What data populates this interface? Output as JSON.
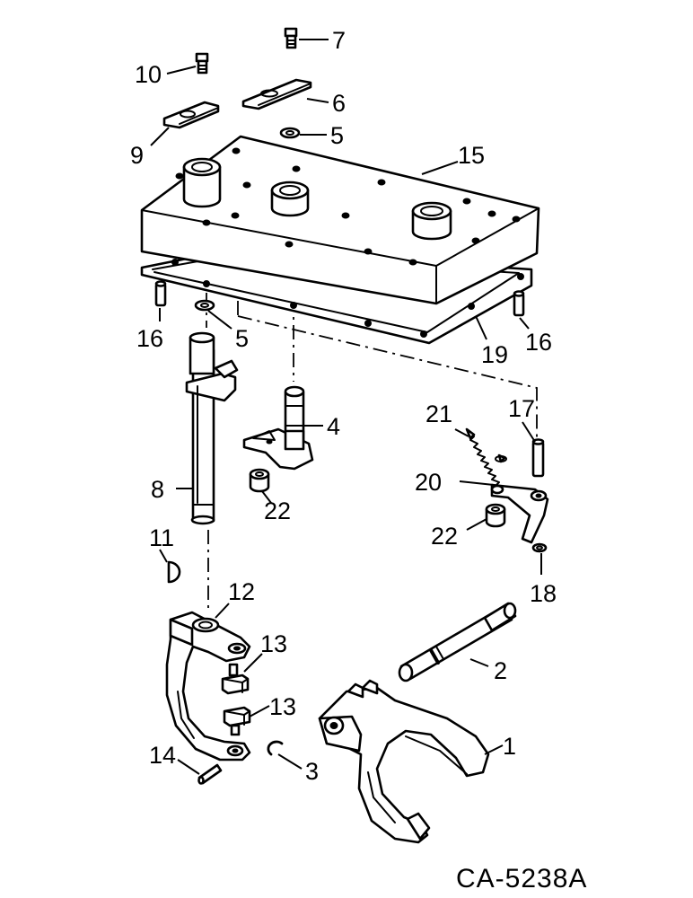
{
  "callouts": {
    "c1": "1",
    "c2": "2",
    "c3": "3",
    "c4": "4",
    "c5a": "5",
    "c5b": "5",
    "c6": "6",
    "c7": "7",
    "c8": "8",
    "c9": "9",
    "c10": "10",
    "c11": "11",
    "c12": "12",
    "c13a": "13",
    "c13b": "13",
    "c14": "14",
    "c15": "15",
    "c16a": "16",
    "c16b": "16",
    "c17": "17",
    "c18": "18",
    "c19": "19",
    "c20": "20",
    "c21": "21",
    "c22a": "22",
    "c22b": "22"
  },
  "drawing_code": "CA-5238A",
  "colors": {
    "ink": "#000000",
    "paper": "#ffffff"
  }
}
